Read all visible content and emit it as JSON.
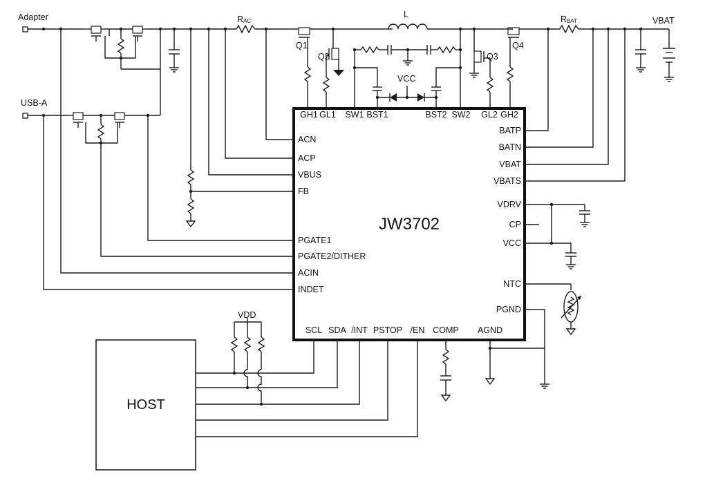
{
  "chip": {
    "name": "JW3702",
    "pins_top": [
      "GH1",
      "GL1",
      "SW1",
      "BST1",
      "BST2",
      "SW2",
      "GL2",
      "GH2"
    ],
    "pins_left": [
      "ACN",
      "ACP",
      "VBUS",
      "FB",
      "PGATE1",
      "PGATE2/DITHER",
      "ACIN",
      "INDET"
    ],
    "pins_right": [
      "BATP",
      "BATN",
      "VBAT",
      "VBATS",
      "VDRV",
      "CP",
      "VCC",
      "NTC",
      "PGND"
    ],
    "pins_bottom": [
      "SCL",
      "SDA",
      "/INT",
      "PSTOP",
      "/EN",
      "COMP",
      "AGND"
    ]
  },
  "labels": {
    "adapter": "Adapter",
    "usb_a": "USB-A",
    "rac": "R",
    "rac_sub": "AC",
    "rbat": "R",
    "rbat_sub": "BAT",
    "inductor": "L",
    "vbat": "VBAT",
    "q1": "Q1",
    "q2": "Q2",
    "q3": "Q3",
    "q4": "Q4",
    "vcc": "VCC",
    "vdd": "VDD",
    "host": "HOST"
  }
}
